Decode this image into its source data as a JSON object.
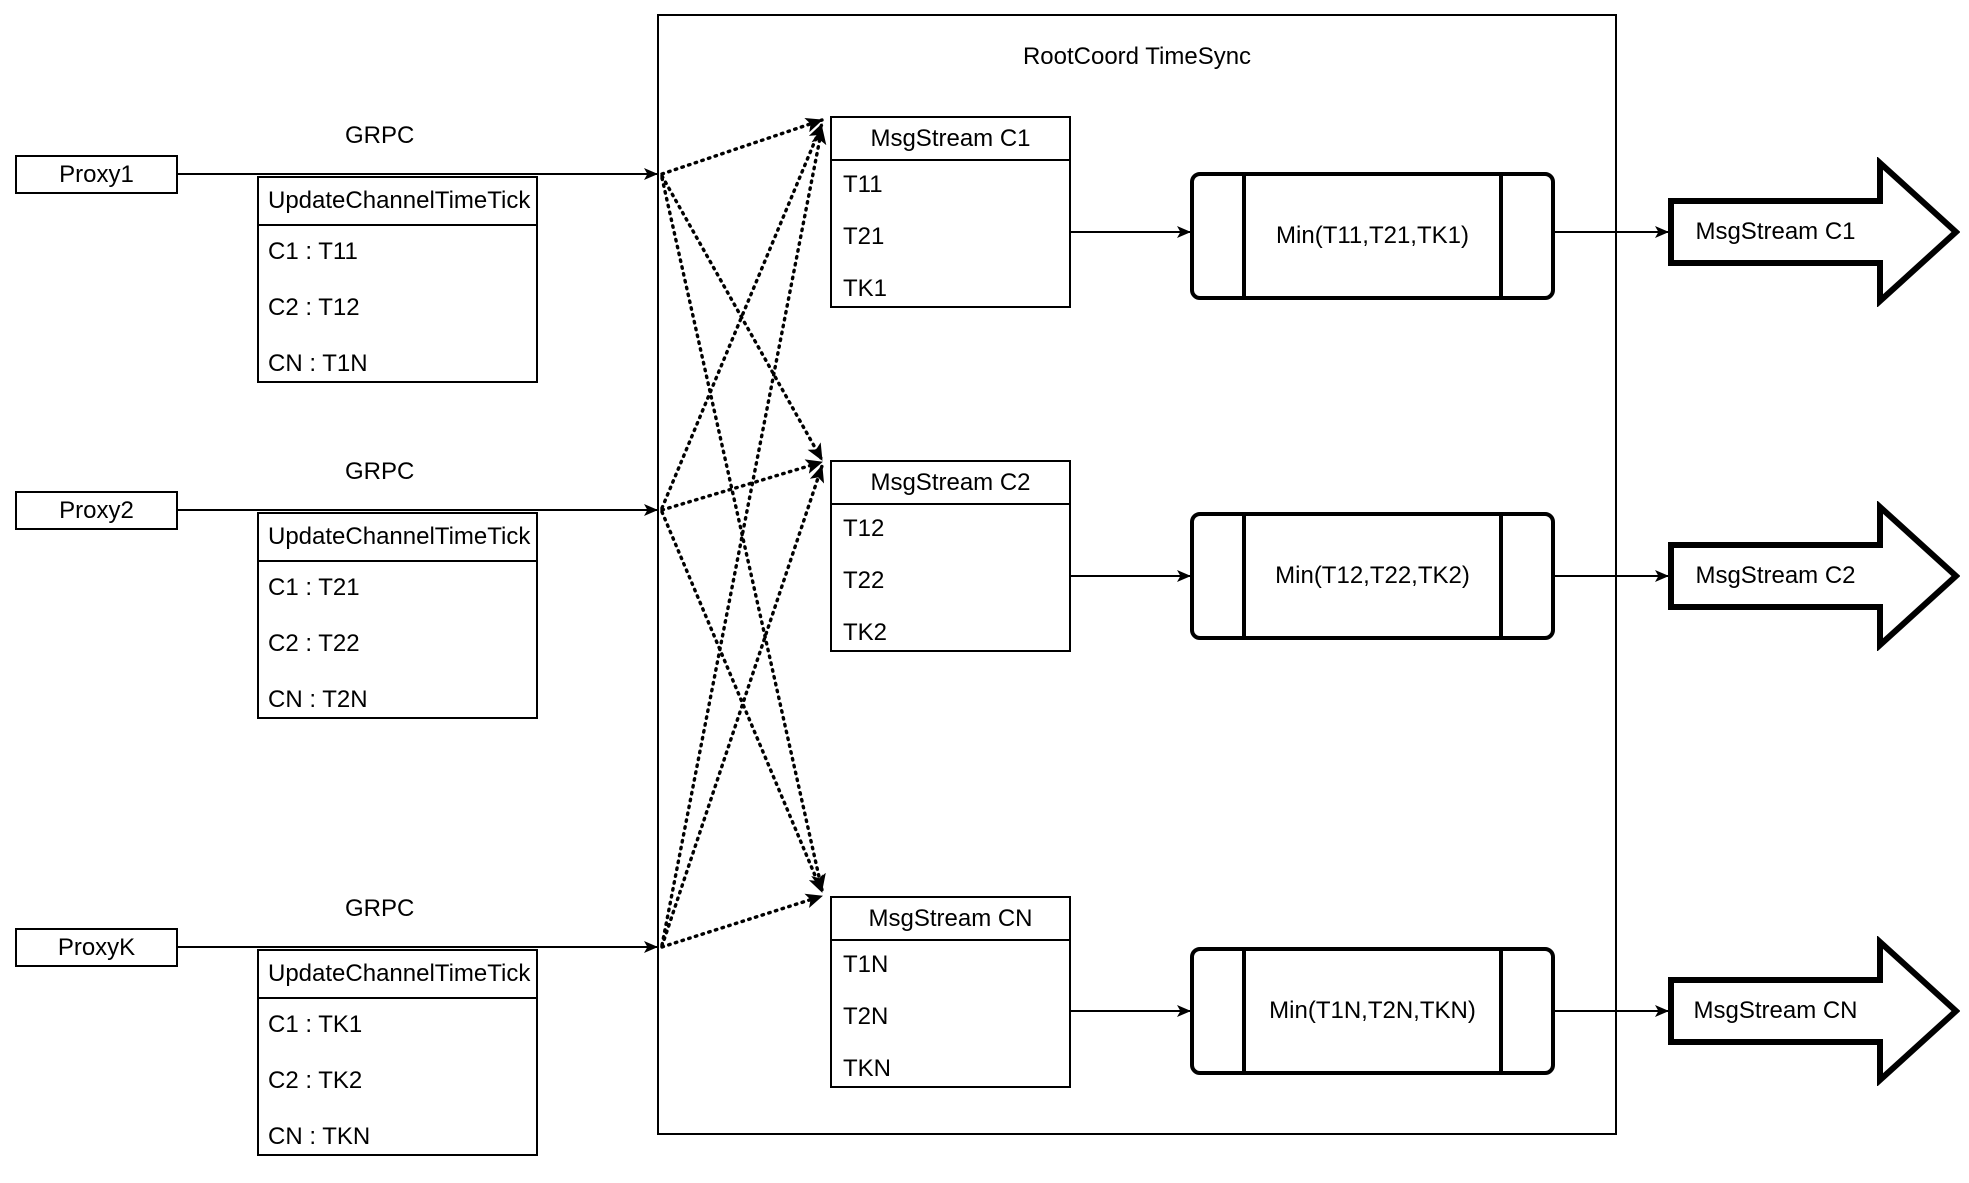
{
  "diagram": {
    "title": "RootCoord TimeSync",
    "link_label": "GRPC"
  },
  "proxies": [
    {
      "name": "Proxy1",
      "link_label": "GRPC",
      "request": {
        "title": "UpdateChannelTimeTick",
        "rows": [
          "C1 :  T11",
          "C2 :  T12",
          "CN : T1N"
        ]
      }
    },
    {
      "name": "Proxy2",
      "link_label": "GRPC",
      "request": {
        "title": "UpdateChannelTimeTick",
        "rows": [
          "C1 :  T21",
          "C2 :  T22",
          "CN : T2N"
        ]
      }
    },
    {
      "name": "ProxyK",
      "link_label": "GRPC",
      "request": {
        "title": "UpdateChannelTimeTick",
        "rows": [
          "C1 :  TK1",
          "C2 :  TK2",
          "CN : TKN"
        ]
      }
    }
  ],
  "channels": [
    {
      "msgstream": {
        "title": "MsgStream C1",
        "rows": [
          "T11",
          "T21",
          "TK1"
        ]
      },
      "reducer": "Min(T11,T21,TK1)",
      "output": "MsgStream C1"
    },
    {
      "msgstream": {
        "title": "MsgStream C2",
        "rows": [
          "T12",
          "T22",
          "TK2"
        ]
      },
      "reducer": "Min(T12,T22,TK2)",
      "output": "MsgStream C2"
    },
    {
      "msgstream": {
        "title": "MsgStream CN",
        "rows": [
          "T1N",
          "T2N",
          "TKN"
        ]
      },
      "reducer": "Min(T1N,T2N,TKN)",
      "output": "MsgStream CN"
    }
  ],
  "colors": {
    "stroke": "#000000",
    "background": "#ffffff"
  }
}
